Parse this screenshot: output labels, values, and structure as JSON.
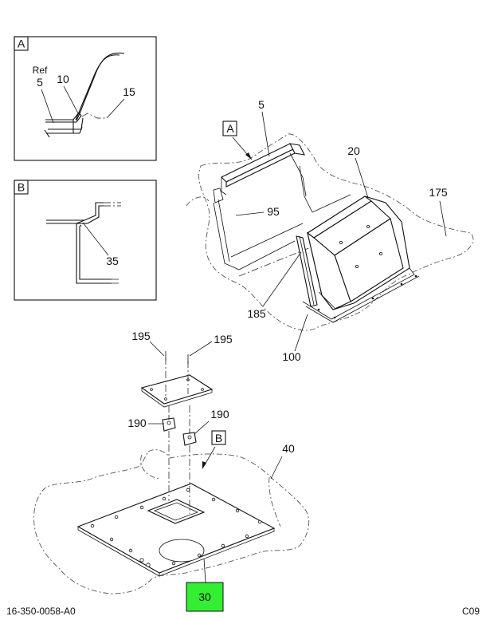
{
  "detail_a": {
    "letter": "A",
    "ref_label": "Ref",
    "callouts": [
      "5",
      "10",
      "15"
    ]
  },
  "detail_b": {
    "letter": "B",
    "callouts": [
      "35"
    ]
  },
  "main_callouts": {
    "c5": "5",
    "c20": "20",
    "c175": "175",
    "c95": "95",
    "c185": "185",
    "c100": "100",
    "c195a": "195",
    "c195b": "195",
    "c190a": "190",
    "c190b": "190",
    "c40": "40"
  },
  "view_markers": {
    "a": "A",
    "b": "B"
  },
  "highlight": {
    "label": "30",
    "color": "#33ee33"
  },
  "footer": {
    "drawing_number": "16-350-0058-A0",
    "sheet_code": "C09"
  }
}
